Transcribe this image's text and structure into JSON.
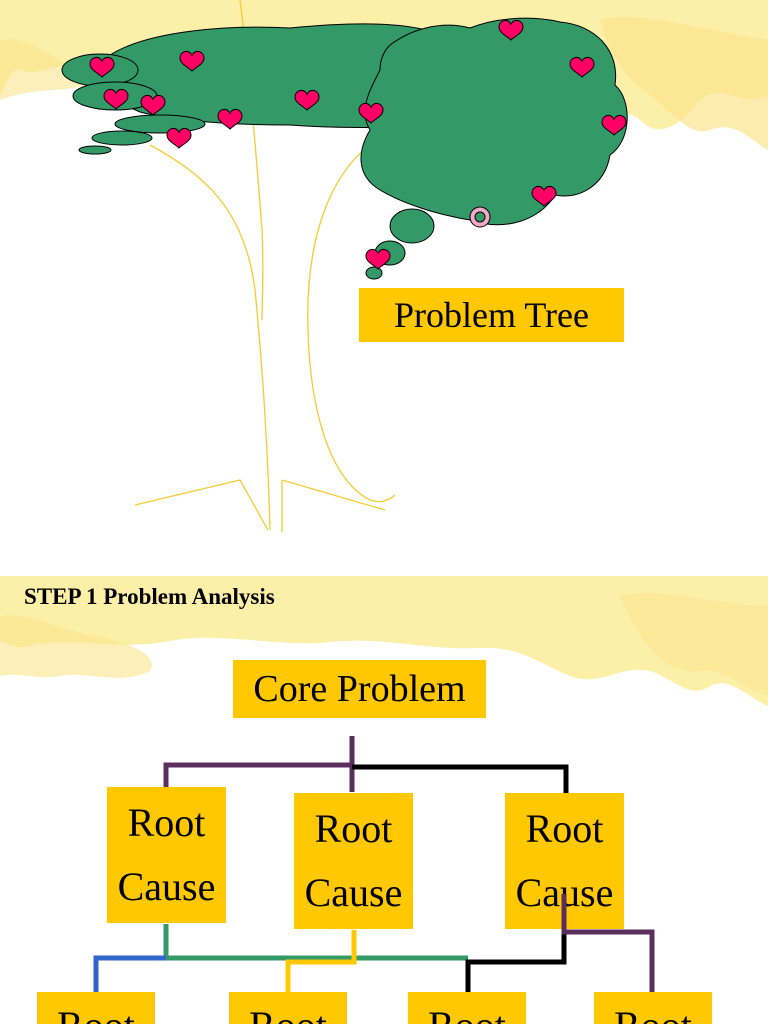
{
  "slide1": {
    "title": "Problem Tree"
  },
  "slide2": {
    "heading": "STEP 1  Problem Analysis",
    "core_problem": "Core Problem",
    "root_causes": [
      {
        "line1": "Root",
        "line2": "Cause"
      },
      {
        "line1": "Root",
        "line2": "Cause"
      },
      {
        "line1": "Root",
        "line2": "Cause"
      }
    ],
    "sub_causes": [
      {
        "line1": "Root"
      },
      {
        "line1": "Root"
      },
      {
        "line1": "Root"
      },
      {
        "line1": "Root"
      }
    ]
  },
  "colors": {
    "box_fill": "#FFC800",
    "foliage": "#339966",
    "heart": "#FF0066",
    "wash": "#FCEFA8",
    "trunk_line": "#F5CC33",
    "connector_purple": "#5C2E5E",
    "connector_black": "#000000",
    "connector_blue": "#3366CC",
    "connector_green": "#339966",
    "connector_yellow": "#FFC800"
  }
}
